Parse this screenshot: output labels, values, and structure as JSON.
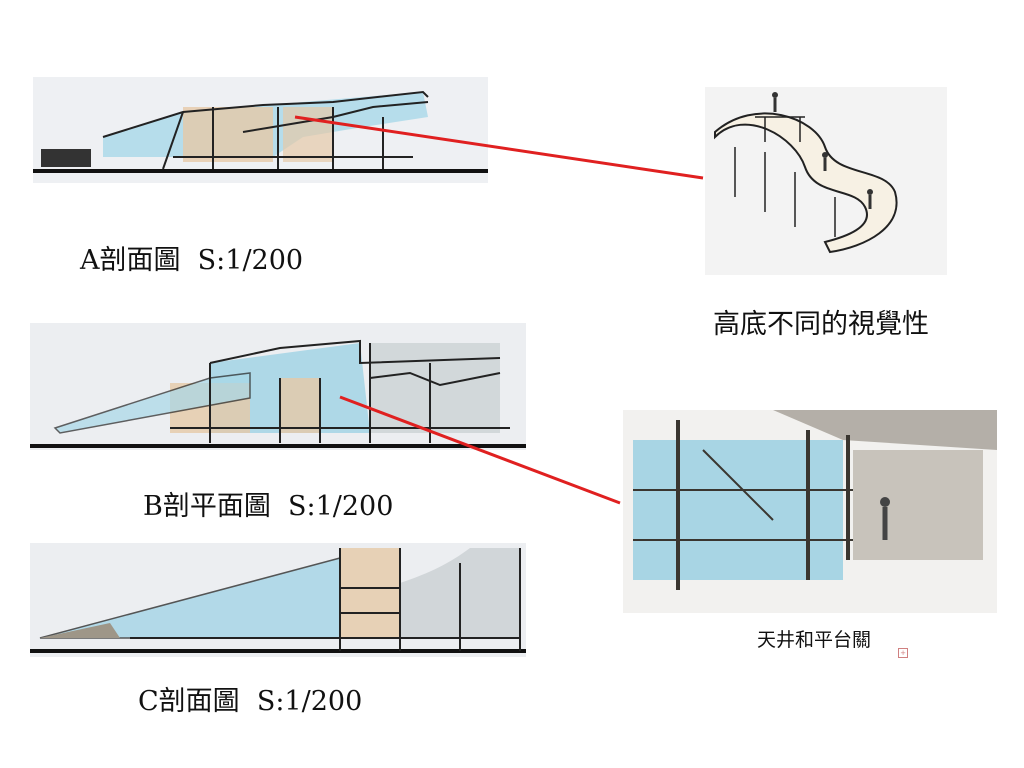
{
  "section_a": {
    "label": "A剖面圖",
    "scale": "S:1/200"
  },
  "section_b": {
    "label": "B剖平面圖",
    "scale": "S:1/200"
  },
  "section_c": {
    "label": "C剖面圖",
    "scale": "S:1/200"
  },
  "perspective_1": {
    "caption": "高底不同的視覺性"
  },
  "perspective_2": {
    "caption": "天井和平台關"
  },
  "colors": {
    "connector": "#e02020",
    "glass": "#8ccbe0",
    "wood": "#e0c0a0",
    "ink": "#222222"
  }
}
